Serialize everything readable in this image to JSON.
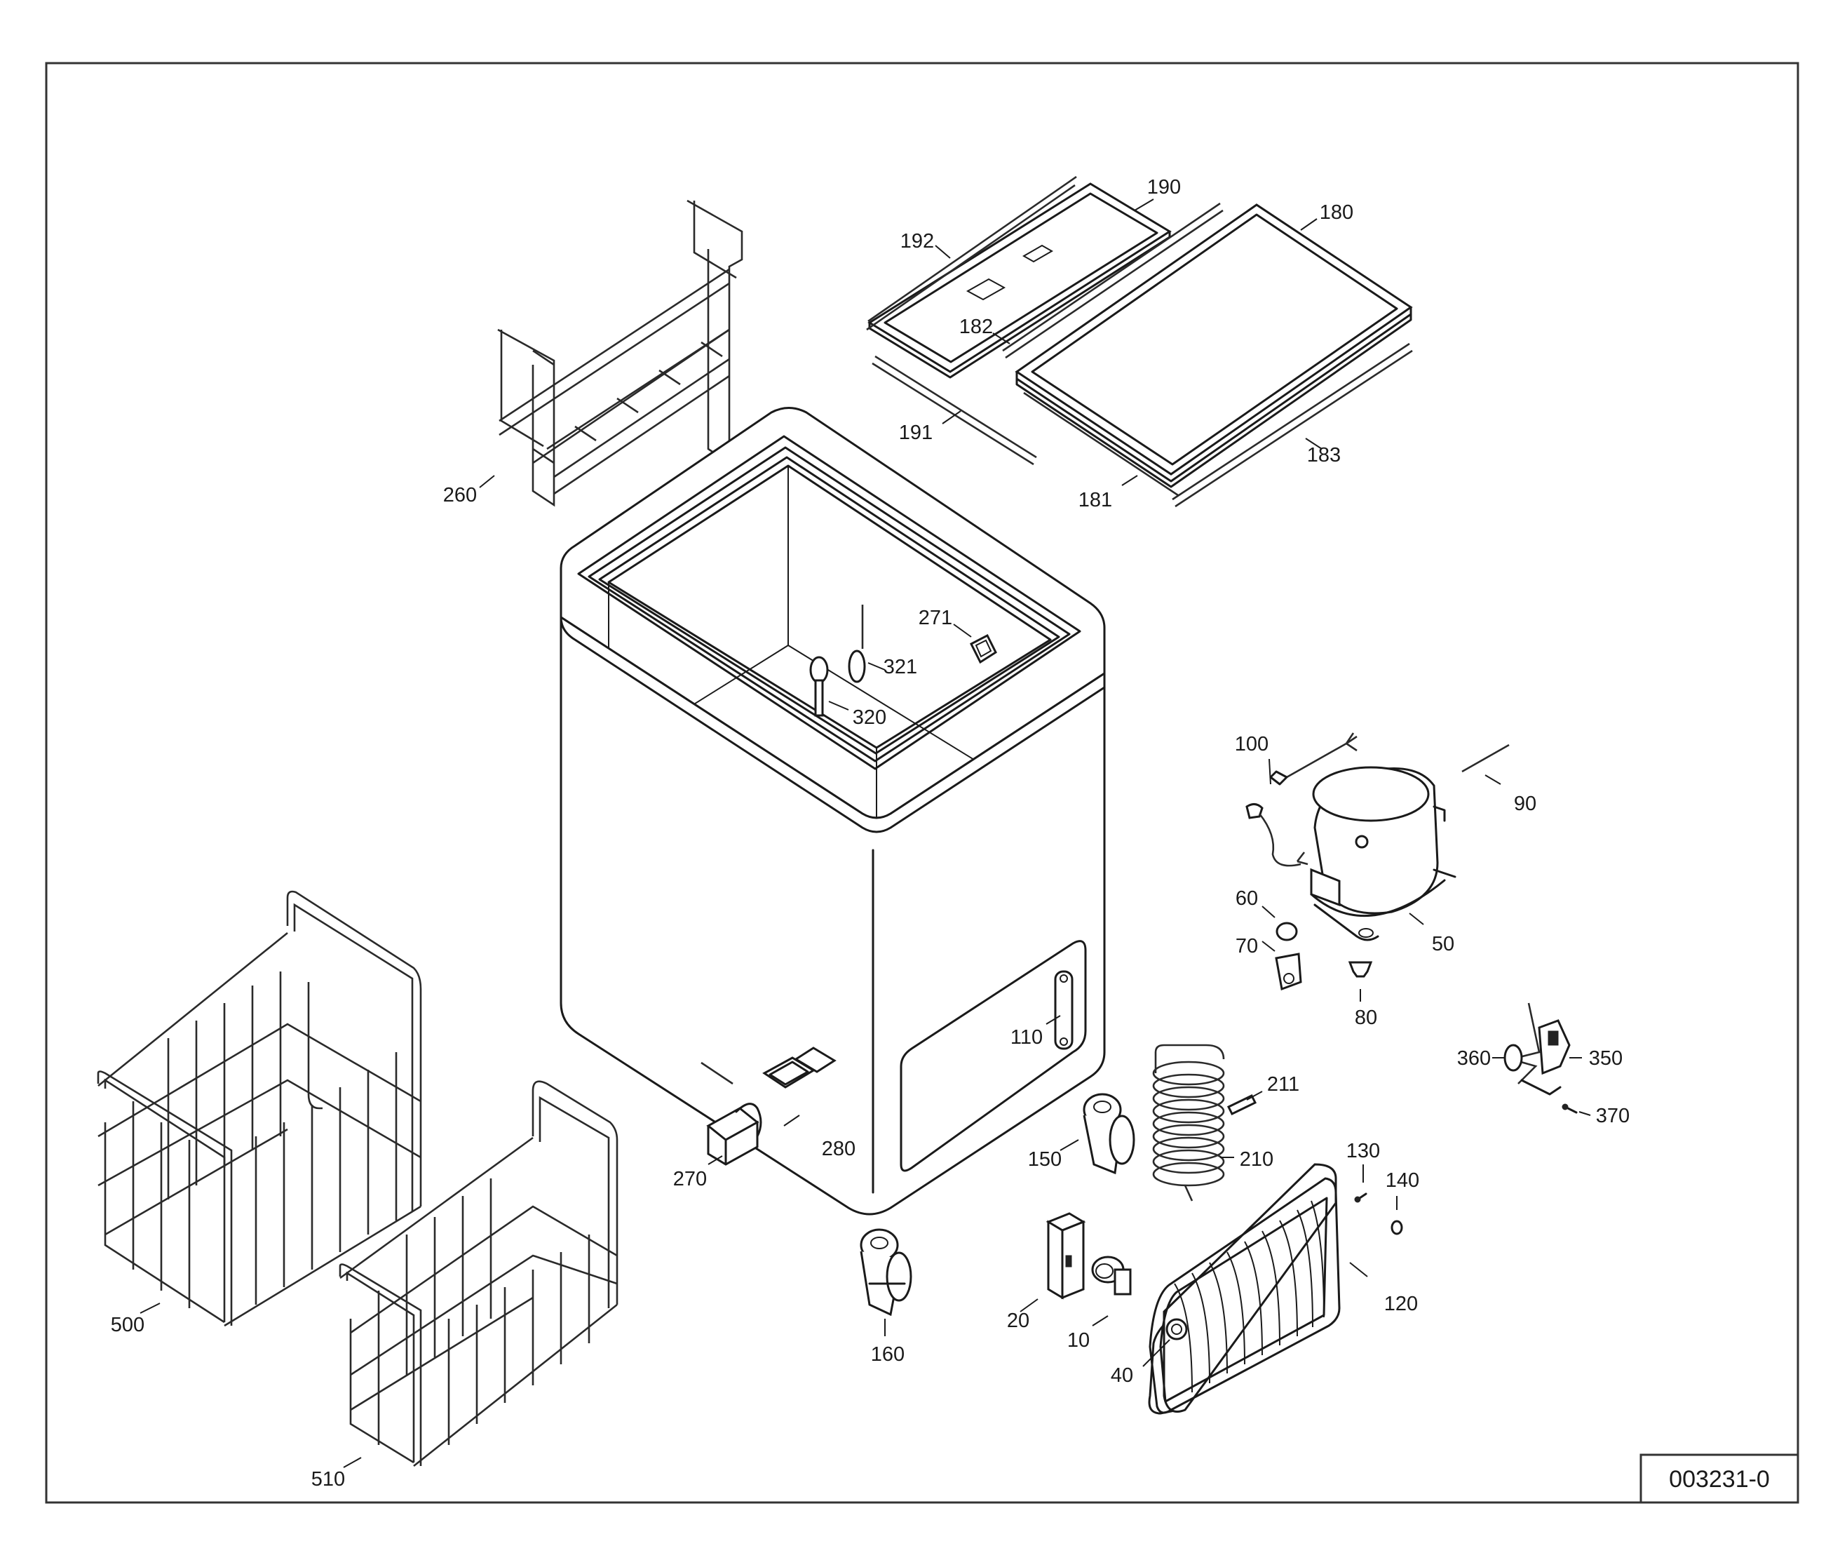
{
  "drawing_number": "003231-0",
  "callouts": [
    {
      "id": "190",
      "text": "190"
    },
    {
      "id": "180",
      "text": "180"
    },
    {
      "id": "192",
      "text": "192"
    },
    {
      "id": "182",
      "text": "182"
    },
    {
      "id": "191",
      "text": "191"
    },
    {
      "id": "183",
      "text": "183"
    },
    {
      "id": "181",
      "text": "181"
    },
    {
      "id": "260",
      "text": "260"
    },
    {
      "id": "271",
      "text": "271"
    },
    {
      "id": "321",
      "text": "321"
    },
    {
      "id": "320",
      "text": "320"
    },
    {
      "id": "100",
      "text": "100"
    },
    {
      "id": "90",
      "text": "90"
    },
    {
      "id": "60",
      "text": "60"
    },
    {
      "id": "70",
      "text": "70"
    },
    {
      "id": "50",
      "text": "50"
    },
    {
      "id": "80",
      "text": "80"
    },
    {
      "id": "110",
      "text": "110"
    },
    {
      "id": "360",
      "text": "360"
    },
    {
      "id": "350",
      "text": "350"
    },
    {
      "id": "370",
      "text": "370"
    },
    {
      "id": "211",
      "text": "211"
    },
    {
      "id": "210",
      "text": "210"
    },
    {
      "id": "150",
      "text": "150"
    },
    {
      "id": "130",
      "text": "130"
    },
    {
      "id": "140",
      "text": "140"
    },
    {
      "id": "120",
      "text": "120"
    },
    {
      "id": "280",
      "text": "280"
    },
    {
      "id": "270",
      "text": "270"
    },
    {
      "id": "500",
      "text": "500"
    },
    {
      "id": "510",
      "text": "510"
    },
    {
      "id": "160",
      "text": "160"
    },
    {
      "id": "20",
      "text": "20"
    },
    {
      "id": "10",
      "text": "10"
    },
    {
      "id": "40",
      "text": "40"
    }
  ]
}
